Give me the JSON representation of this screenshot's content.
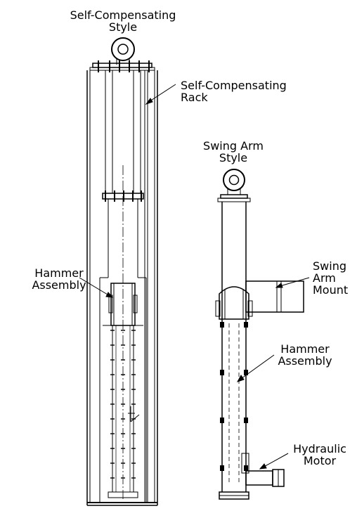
{
  "labels": {
    "self_comp_style": [
      "Self-Compensating",
      "Style"
    ],
    "self_comp_rack": [
      "Self-Compensating",
      "Rack"
    ],
    "swing_arm_style": [
      "Swing Arm",
      "Style"
    ],
    "hammer_left": [
      "Hammer",
      "Assembly"
    ],
    "swing_arm_mount": [
      "Swing",
      "Arm",
      "Mount"
    ],
    "hammer_right": [
      "Hammer",
      "Assembly"
    ],
    "hydraulic_motor": [
      "Hydraulic",
      "Motor"
    ]
  },
  "colors": {
    "line": "#000000",
    "background": "#ffffff"
  }
}
